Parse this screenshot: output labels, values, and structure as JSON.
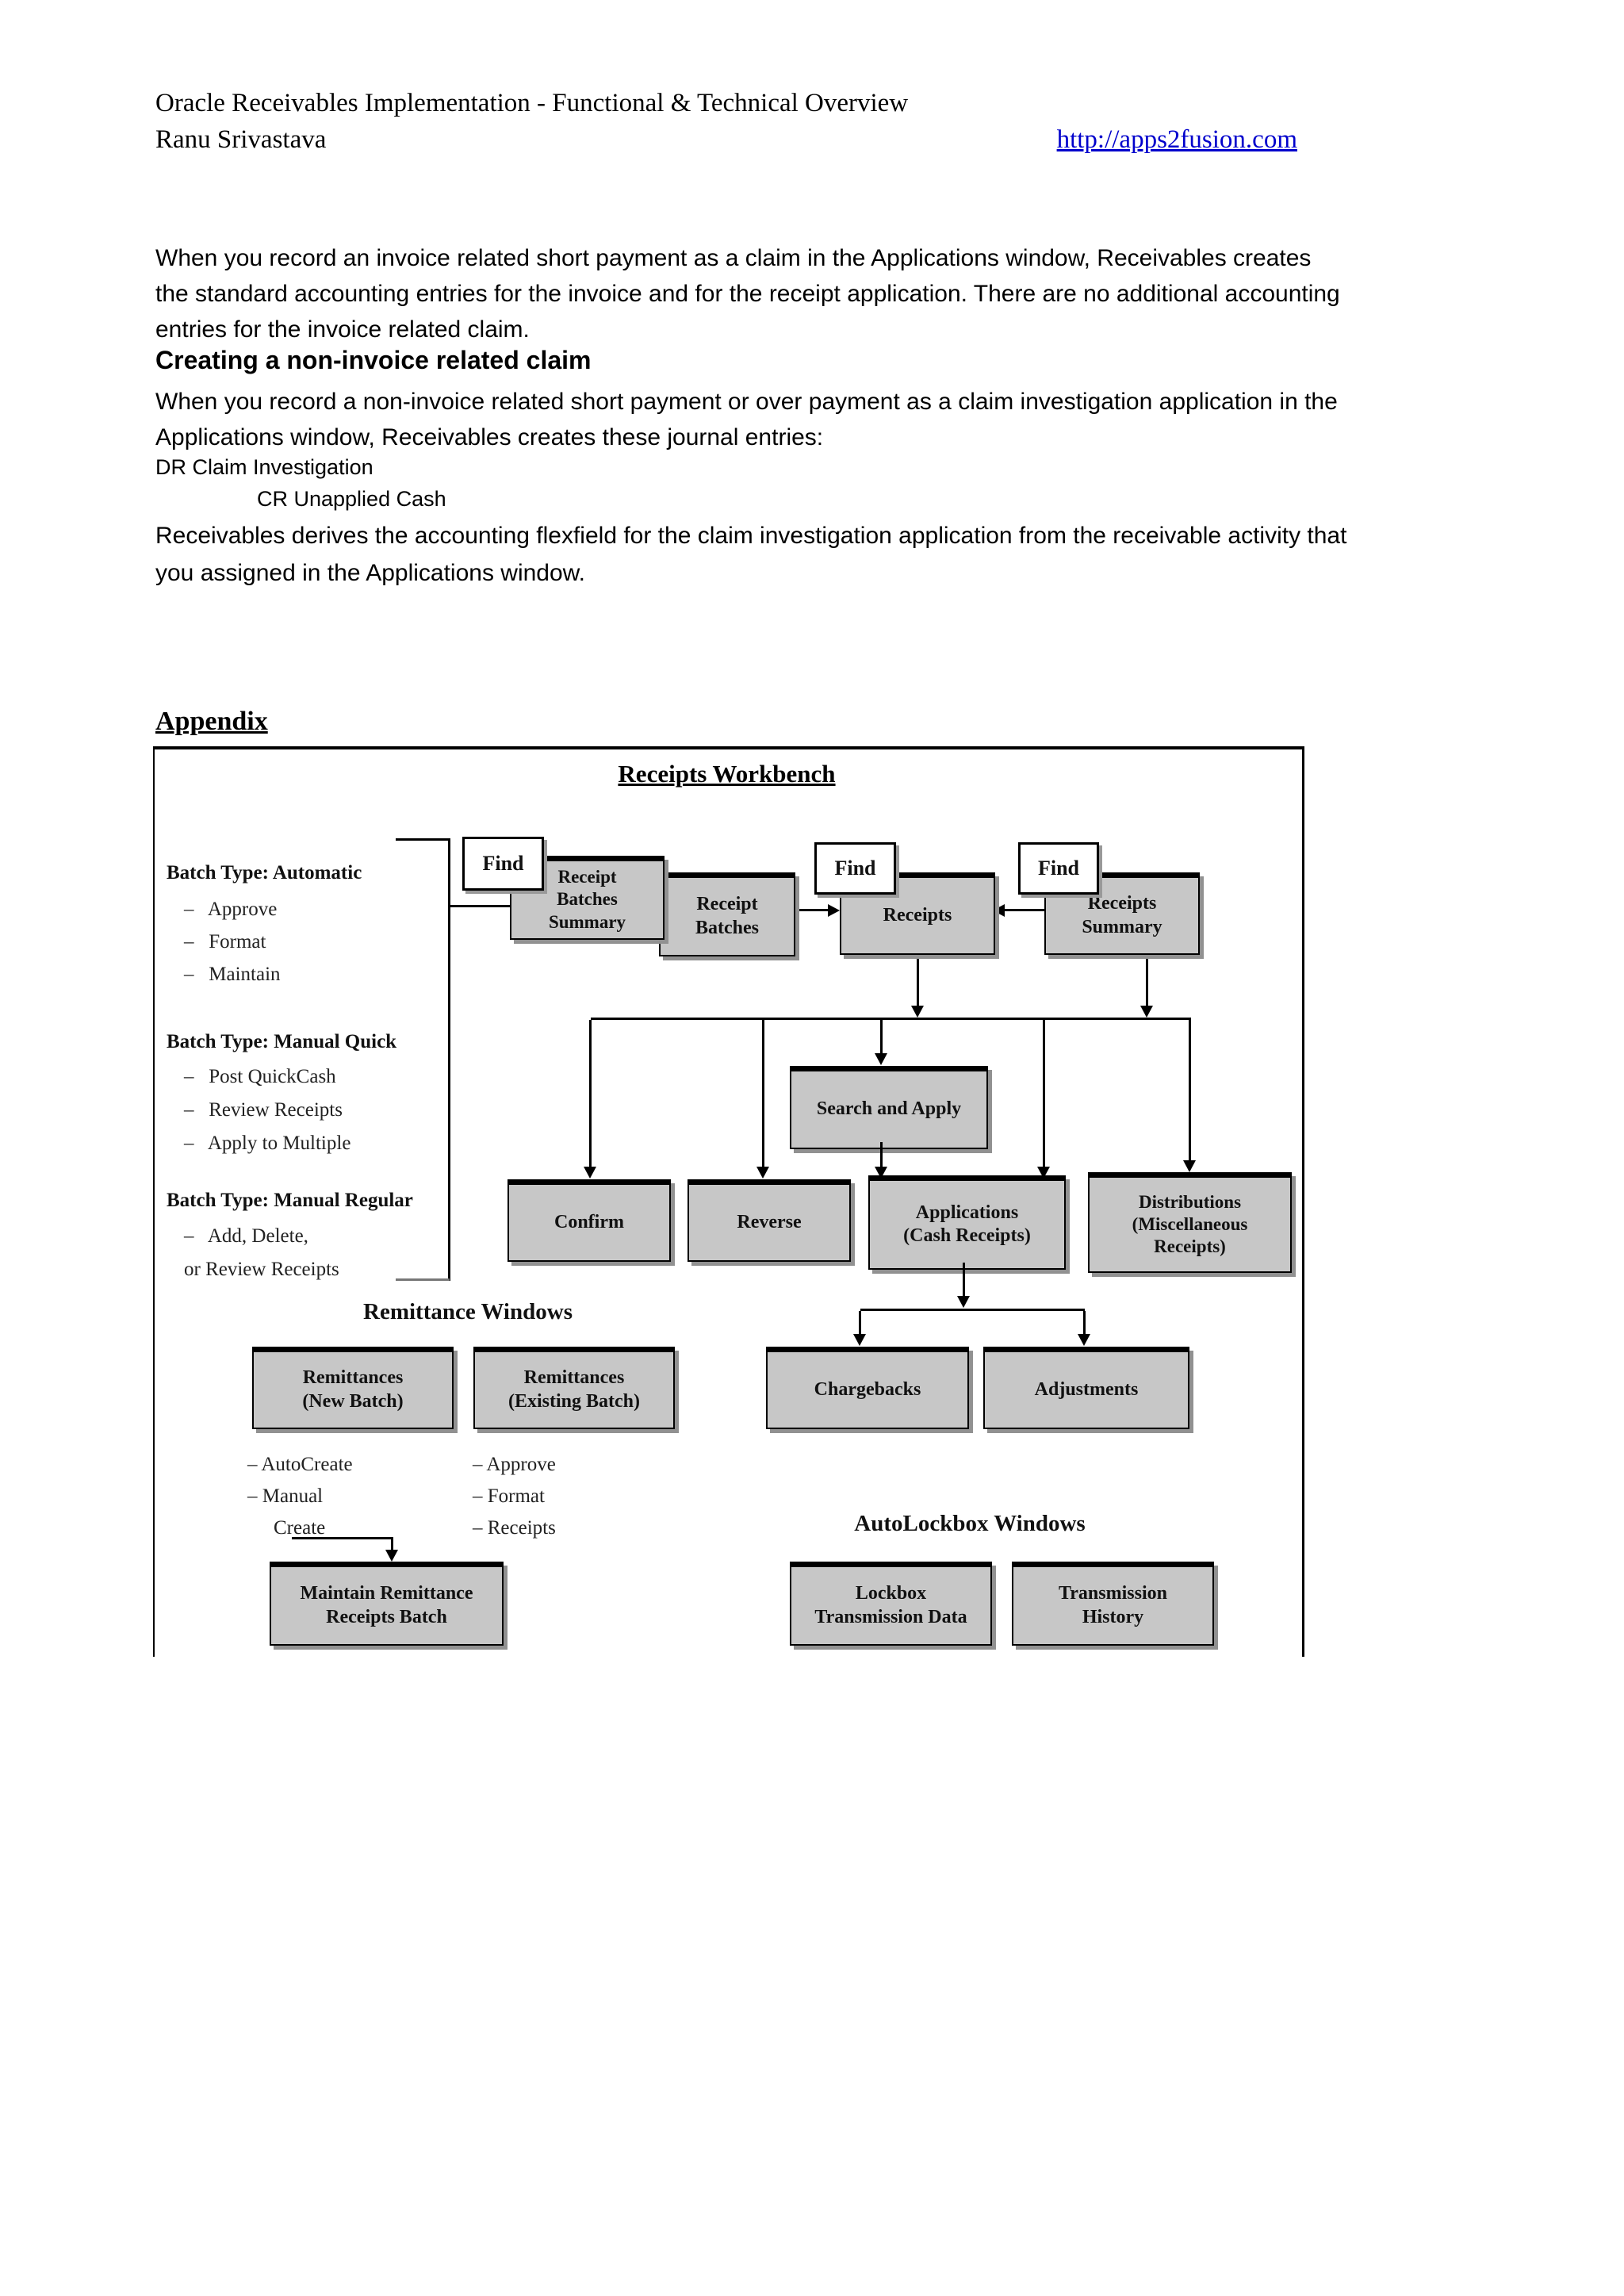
{
  "header": {
    "title": "Oracle Receivables Implementation - Functional & Technical Overview",
    "author": "Ranu Srivastava",
    "link": "http://apps2fusion.com"
  },
  "article": {
    "p1": [
      "When you record an invoice related short payment as a claim in the Applications window, Receivables creates",
      "the standard accounting entries for the invoice and for the receipt application. There are no additional accounting",
      "entries for the invoice related claim."
    ],
    "heading": "Creating a non-invoice related claim",
    "p2": [
      "When you record a non-invoice related short payment or over payment as a claim investigation application in the",
      "Applications window, Receivables creates these journal entries:"
    ],
    "journal_dr": "DR Claim Investigation",
    "journal_cr": "CR Unapplied Cash",
    "p3": [
      "Receivables derives the accounting flexfield for the claim investigation application from the receivable activity that",
      "you assigned in the Applications window."
    ],
    "appendix_heading": "Appendix"
  },
  "diagram": {
    "title": "Receipts Workbench",
    "find_label": "Find",
    "boxes": {
      "receipt_batches_summary": "Receipt\nBatches\nSummary",
      "receipt_batches": "Receipt\nBatches",
      "receipts": "Receipts",
      "receipts_summary": "Receipts\nSummary",
      "search_and_apply": "Search and Apply",
      "confirm": "Confirm",
      "reverse": "Reverse",
      "applications": "Applications\n(Cash Receipts)",
      "distributions": "Distributions\n(Miscellaneous\nReceipts)",
      "remittances_new": "Remittances\n(New Batch)",
      "remittances_existing": "Remittances\n(Existing Batch)",
      "chargebacks": "Chargebacks",
      "adjustments": "Adjustments",
      "maintain_remittance": "Maintain Remittance\nReceipts Batch",
      "lockbox_transmission": "Lockbox\nTransmission Data",
      "transmission_history": "Transmission\nHistory"
    },
    "batch_lists": [
      {
        "header": "Batch Type: Automatic",
        "items": [
          "–   Approve",
          "–   Format",
          "–   Maintain"
        ]
      },
      {
        "header": "Batch Type: Manual Quick",
        "items": [
          "–   Post QuickCash",
          "–   Review Receipts",
          "–   Apply to Multiple"
        ]
      },
      {
        "header": "Batch Type: Manual Regular",
        "items": [
          "–   Add, Delete,",
          "or Review Receipts"
        ]
      }
    ],
    "remittance_heading": "Remittance Windows",
    "remittance_left": [
      "– AutoCreate",
      "– Manual",
      "Create"
    ],
    "remittance_right": [
      "– Approve",
      "– Format",
      "– Receipts"
    ],
    "autolockbox_heading": "AutoLockbox Windows"
  }
}
